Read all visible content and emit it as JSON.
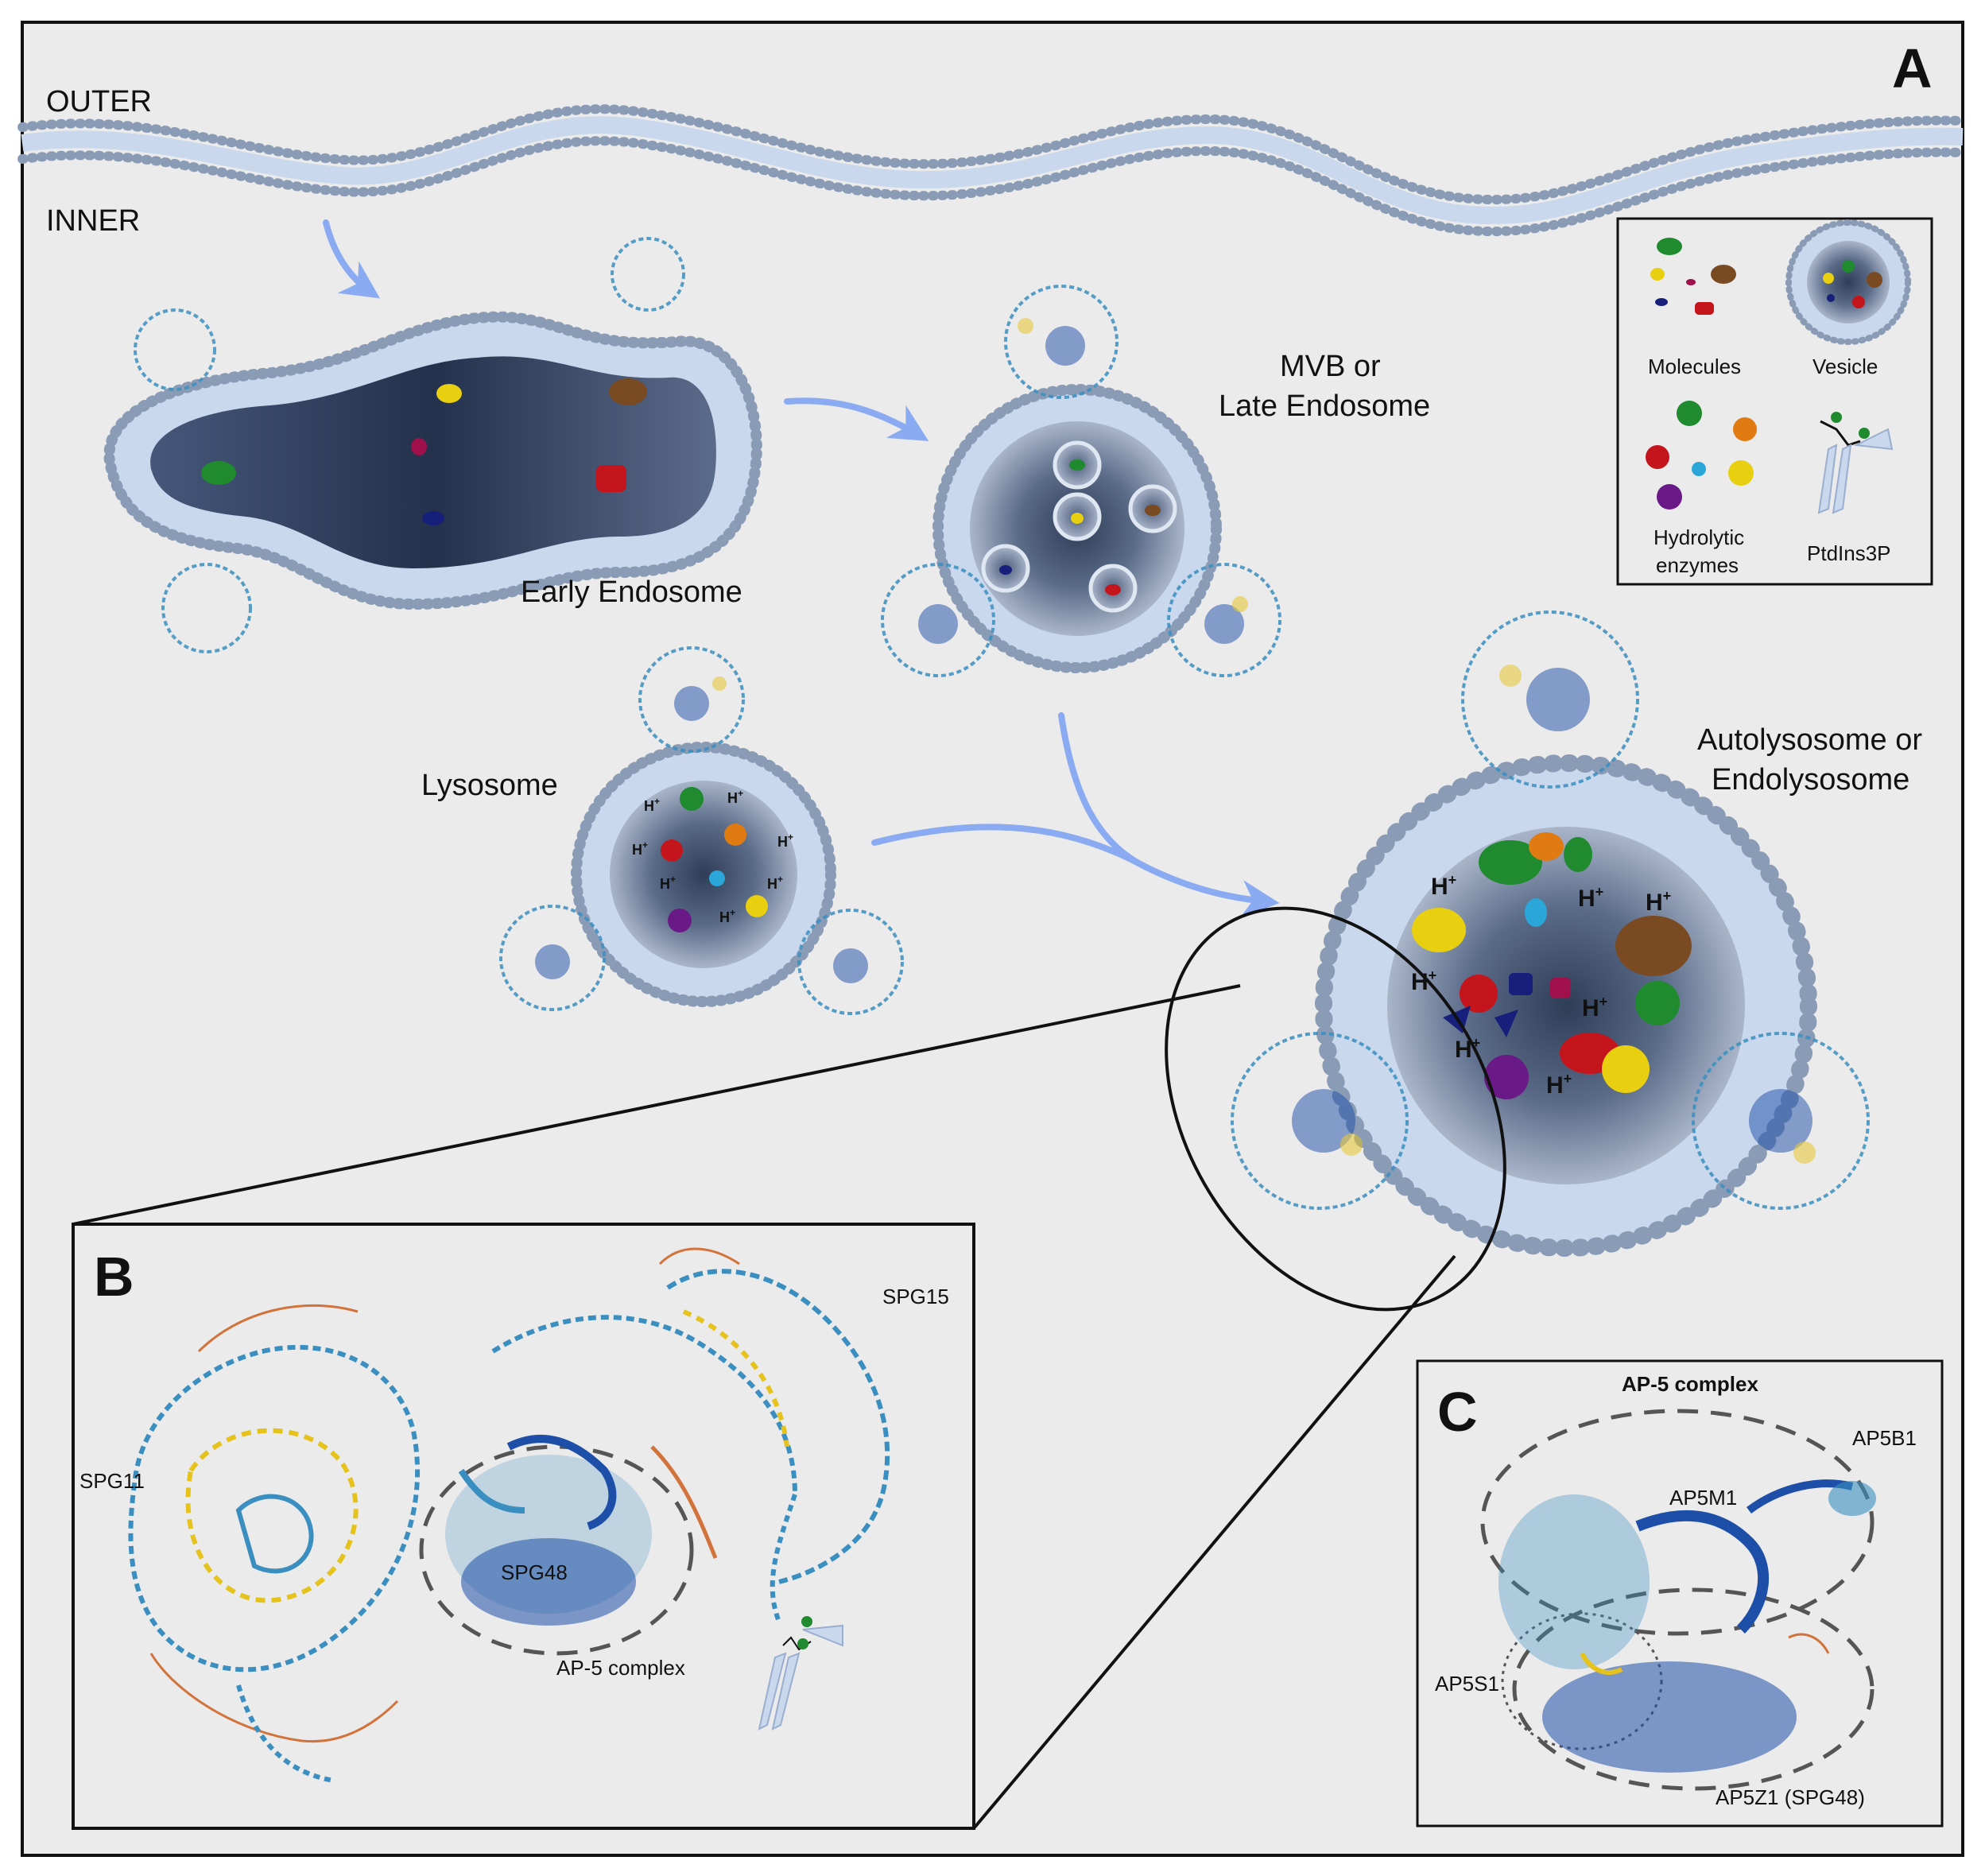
{
  "panels": {
    "a": {
      "letter": "A",
      "outer_label": "OUTER",
      "inner_label": "INNER",
      "early_endosome": "Early Endosome",
      "mvb_line1": "MVB or",
      "mvb_line2": "Late Endosome",
      "lysosome": "Lysosome",
      "autolysosome_line1": "Autolysosome or",
      "autolysosome_line2": "Endolysosome",
      "proton": "H",
      "proton_sup": "+",
      "legend": {
        "molecules": "Molecules",
        "vesicle": "Vesicle",
        "hydrolytic_line1": "Hydrolytic",
        "hydrolytic_line2": "enzymes",
        "ptdins3p": "PtdIns3P"
      }
    },
    "b": {
      "letter": "B",
      "spg11": "SPG11",
      "spg15": "SPG15",
      "spg48": "SPG48",
      "ap5_complex": "AP-5 complex"
    },
    "c": {
      "letter": "C",
      "title": "AP-5 complex",
      "ap5b1": "AP5B1",
      "ap5m1": "AP5M1",
      "ap5s1": "AP5S1",
      "ap5z1": "AP5Z1 (SPG48)"
    }
  },
  "colors": {
    "background": "#ebebeb",
    "membrane_head": "#8a9bb5",
    "membrane_tail": "#c9d8ec",
    "lumen_dark": "#3c4b66",
    "arrow": "#8aaaf2",
    "protein_blue": "#3a8fc0",
    "protein_dark_blue": "#1d4fa8",
    "protein_yellow": "#e6c21c",
    "protein_orange": "#d1733a"
  },
  "molecule_colors": [
    "#1f8a2e",
    "#e8cf10",
    "#7a4a22",
    "#a0104a",
    "#16207a",
    "#c4141c",
    "#e07b12",
    "#2aa7d8",
    "#6a1a86"
  ]
}
